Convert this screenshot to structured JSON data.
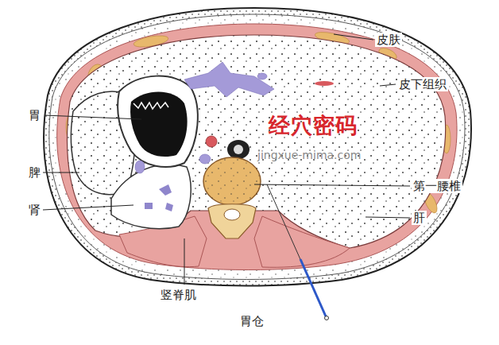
{
  "diagram": {
    "labels": [
      "皮肤",
      "皮下组织",
      "胃",
      "脾",
      "肾",
      "第一腰椎",
      "肝",
      "竖脊肌",
      "胃仓",
      "经穴密码",
      "jingxue-mima.com"
    ]
  }
}
